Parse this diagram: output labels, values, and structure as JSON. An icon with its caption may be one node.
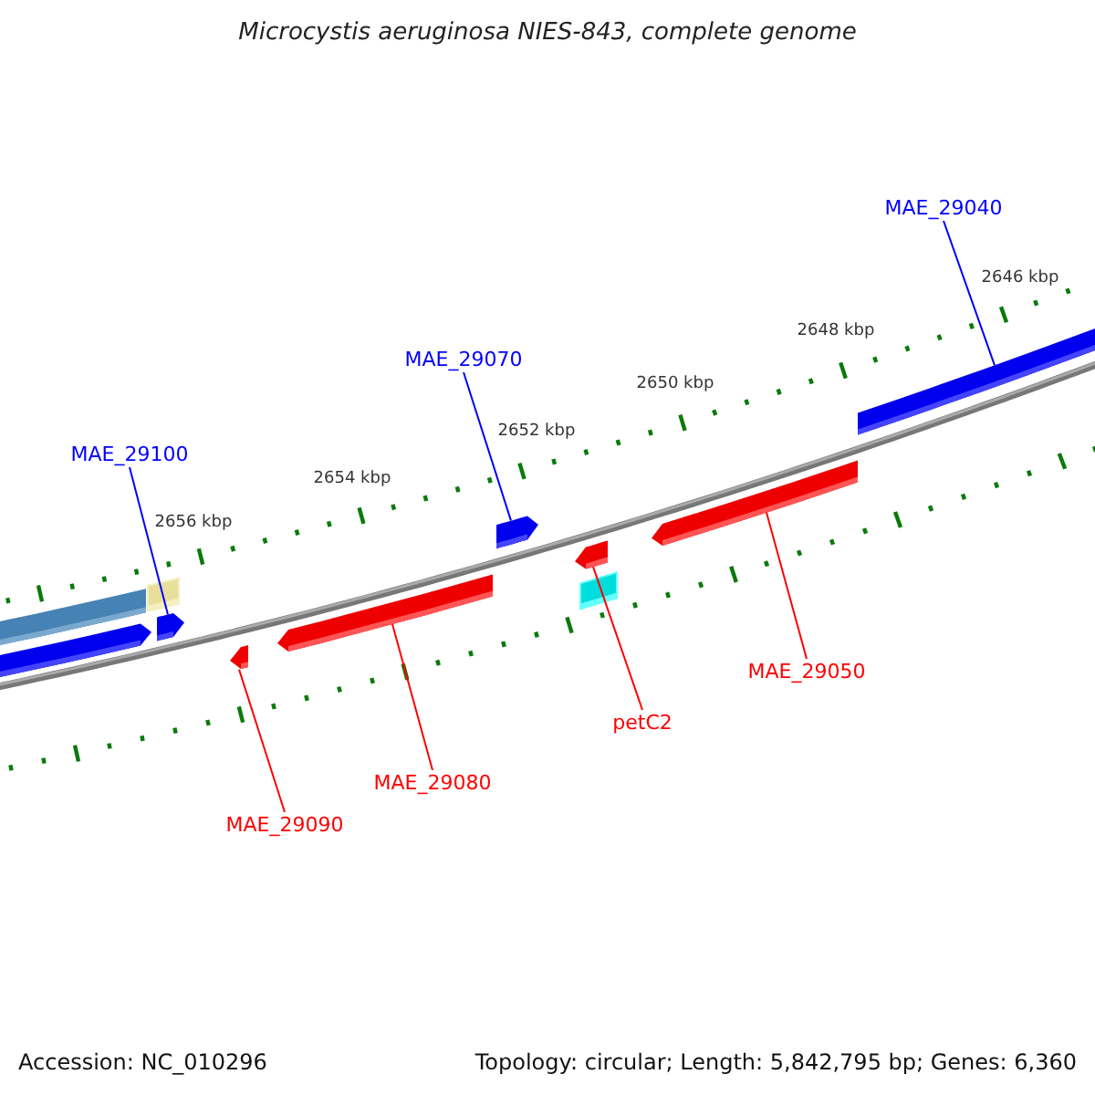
{
  "diagram": {
    "title": "Microcystis aeruginosa NIES-843, complete genome",
    "nodes": [
      {
        "text": [
          "MAE_29040"
        ]
      },
      {
        "text": [
          "MAE_29070"
        ]
      },
      {
        "text": [
          "MAE_29100"
        ]
      },
      {
        "text": [
          "MAE_29050"
        ]
      },
      {
        "text": [
          "petC2"
        ]
      },
      {
        "text": [
          "MAE_29080"
        ]
      },
      {
        "text": [
          "MAE_29090"
        ]
      },
      {
        "text": [],
        "shape": "bar"
      },
      {
        "text": [],
        "shape": "box"
      },
      {
        "text": [],
        "shape": "bar"
      },
      {
        "text": [],
        "shape": "bar"
      },
      {
        "text": [],
        "shape": "bar"
      },
      {
        "text": [],
        "shape": "bar"
      },
      {
        "text": [],
        "shape": "bar"
      },
      {
        "text": [],
        "shape": "bar"
      },
      {
        "text": [],
        "shape": "box"
      },
      {
        "text": [],
        "shape": "bar"
      },
      {
        "text": [],
        "shape": "bar"
      }
    ],
    "edges": [
      {
        "from": 0,
        "to": 17,
        "arrow": "none",
        "color": "#0000ff"
      },
      {
        "from": 1,
        "to": 13,
        "arrow": "none",
        "color": "#0000ff"
      },
      {
        "from": 2,
        "to": 10,
        "arrow": "none",
        "color": "#0000ff"
      },
      {
        "from": 3,
        "to": 16,
        "arrow": "none"
      },
      {
        "from": 4,
        "to": 14,
        "arrow": "none"
      },
      {
        "from": 5,
        "to": 12,
        "arrow": "none"
      },
      {
        "from": 6,
        "to": 11,
        "arrow": "none"
      }
    ],
    "labels": [
      "2646 kbp",
      "2648 kbp",
      "2650 kbp",
      "2652 kbp",
      "2654 kbp",
      "2656 kbp",
      "Accession: NC_010296",
      "Topology: circular; Length: 5,842,795 bp; Genes: 6,360"
    ]
  }
}
